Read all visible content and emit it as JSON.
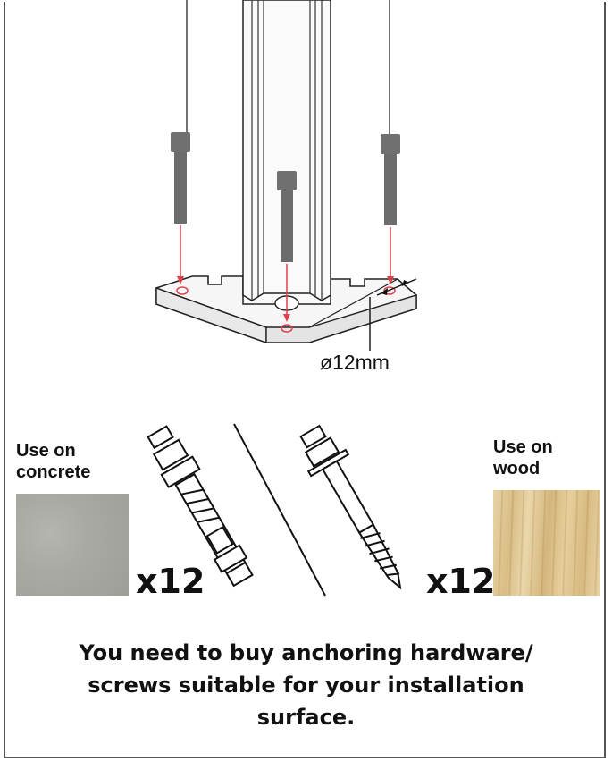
{
  "post_base": {
    "hole_diameter_label": "ø12mm"
  },
  "options": [
    {
      "label_line1": "Use on",
      "label_line2": "concrete",
      "count": "x12",
      "surface_color": "#a8a8a3"
    },
    {
      "label_line1": "Use on",
      "label_line2": "wood",
      "count": "x12",
      "surface_color": "#dcc28d"
    }
  ],
  "notice": {
    "line1": "You need to buy anchoring hardware/",
    "line2": "screws suitable for your installation",
    "line3": "surface."
  },
  "colors": {
    "arrow": "#e0404a",
    "bolt": "#6f6f6f",
    "line": "#1a1a1a"
  }
}
